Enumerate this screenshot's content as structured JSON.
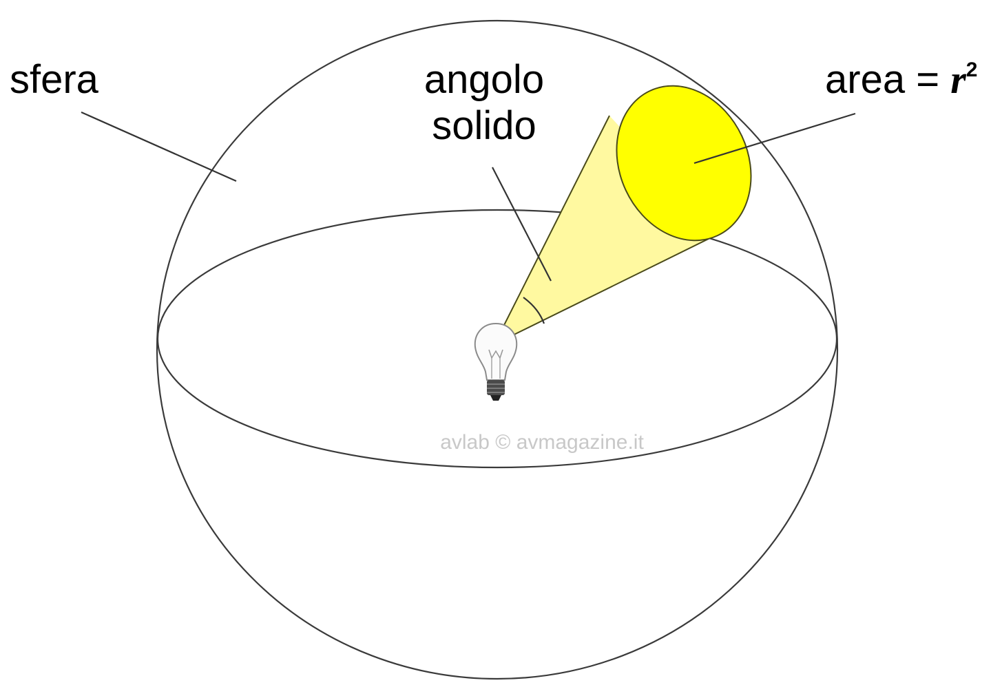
{
  "labels": {
    "sphere": "sfera",
    "solid_angle_line1": "angolo",
    "solid_angle_line2": "solido",
    "area_prefix": "area = ",
    "area_symbol": "r",
    "area_exponent": "2"
  },
  "watermark": "avlab © avmagazine.it",
  "colors": {
    "cone_fill": "#fff9a0",
    "cone_cap": "#ffff00",
    "outline": "#3a3a3a",
    "watermark": "#c8c8c8"
  },
  "icons": {
    "light_source": "light-bulb-icon"
  }
}
